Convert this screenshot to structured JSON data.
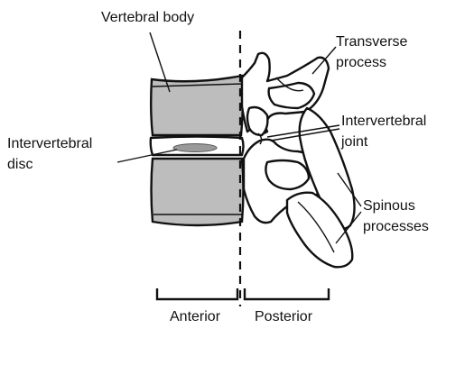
{
  "labels": {
    "vertebral_body": "Vertebral body",
    "transverse_line1": "Transverse",
    "transverse_line2": "process",
    "iv_joint_line1": "Intervertebral",
    "iv_joint_line2": "joint",
    "iv_disc_line1": "Intervertebral",
    "iv_disc_line2": "disc",
    "spinous_line1": "Spinous",
    "spinous_line2": "processes",
    "anterior": "Anterior",
    "posterior": "Posterior"
  },
  "colors": {
    "bone_outline": "#111111",
    "vertebral_body_fill": "#bdbdbd",
    "disc_nucleus": "#9a9a9a"
  }
}
